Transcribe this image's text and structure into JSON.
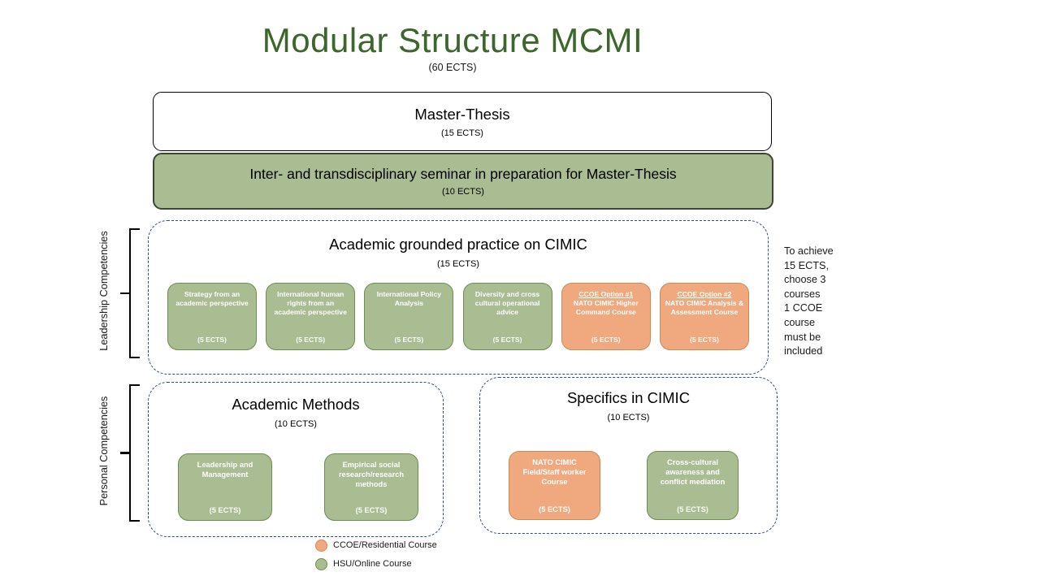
{
  "title": "Modular Structure MCMI",
  "subtitle": "(60 ECTS)",
  "colors": {
    "title_green": "#3d662c",
    "hsu_green_fill": "#a9bc92",
    "hsu_green_border": "#6d8e50",
    "ccoe_orange_fill": "#f0a97e",
    "ccoe_orange_border": "#cd8a56",
    "dashed_container_blue": "#2e4d7e"
  },
  "thesis": {
    "title": "Master-Thesis",
    "ects": "(15 ECTS)"
  },
  "seminar": {
    "title": "Inter- and transdisciplinary seminar in preparation for Master-Thesis",
    "ects": "(10 ECTS)"
  },
  "side_labels": {
    "leadership": "Leadership Competencies",
    "personal": "Personal Competencies"
  },
  "modules": {
    "practice": {
      "title": "Academic grounded practice on CIMIC",
      "ects": "(15 ECTS)",
      "courses": [
        {
          "title": "Strategy from an academic perspective",
          "ects": "(5 ECTS)",
          "type": "HSU/Online Course"
        },
        {
          "title": "International human rights from an academic perspective",
          "ects": "(5 ECTS)",
          "type": "HSU/Online Course"
        },
        {
          "title": "International Policy Analysis",
          "ects": "(5 ECTS)",
          "type": "HSU/Online Course"
        },
        {
          "title": "Diversity and cross cultural operational advice",
          "ects": "(5 ECTS)",
          "type": "HSU/Online Course"
        },
        {
          "option": "CCOE Option #1",
          "title": "NATO CIMIC Higher Command Course",
          "ects": "(5 ECTS)",
          "type": "CCOE/Residential Course"
        },
        {
          "option": "CCOE Option #2",
          "title": "NATO CIMIC Analysis & Assessment Course",
          "ects": "(5 ECTS)",
          "type": "CCOE/Residential Course"
        }
      ]
    },
    "methods": {
      "title": "Academic Methods",
      "ects": "(10 ECTS)",
      "courses": [
        {
          "title": "Leadership and Management",
          "ects": "(5 ECTS)",
          "type": "HSU/Online Course"
        },
        {
          "title": "Empirical social research/research methods",
          "ects": "(5 ECTS)",
          "type": "HSU/Online Course"
        }
      ]
    },
    "specifics": {
      "title": "Specifics in CIMIC",
      "ects": "(10 ECTS)",
      "courses": [
        {
          "title": "NATO CIMIC Field/Staff worker Course",
          "ects": "(5 ECTS)",
          "type": "CCOE/Residential Course"
        },
        {
          "title": "Cross-cultural awareness and conflict mediation",
          "ects": "(5 ECTS)",
          "type": "HSU/Online Course"
        }
      ]
    }
  },
  "note": {
    "text": "To achieve\n15 ECTS,\nchoose 3\ncourses\n1 CCOE\ncourse\nmust be\nincluded"
  },
  "legend": [
    {
      "label": "CCOE/Residential Course",
      "color": "#f0a97e"
    },
    {
      "label": "HSU/Online Course",
      "color": "#a9bc92"
    }
  ]
}
